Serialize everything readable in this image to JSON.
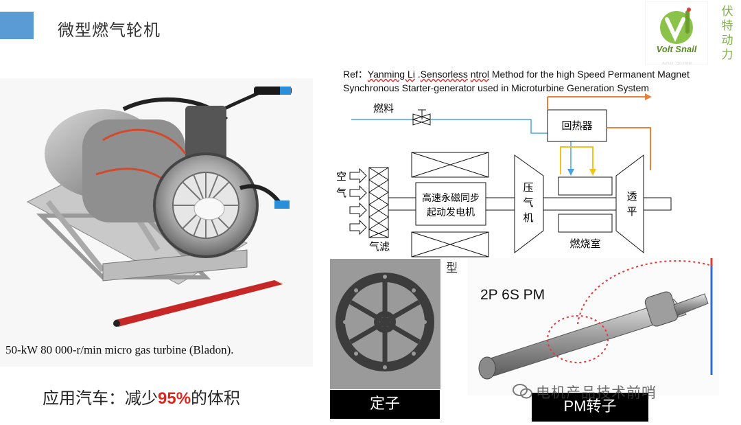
{
  "slide": {
    "title": "微型燃气轮机",
    "logo": {
      "brand": "Volt Snail",
      "side_text": "伏特动力"
    },
    "ref": {
      "prefix": "Ref：",
      "author": "Yanming Li",
      "dot": " .",
      "word": "Sensorless",
      "word2": "ntrol",
      "line1_rest": " Method for the high Speed Permanent Magnet",
      "line2": "Synchronous Starter-generator used in Microturbine Generation System"
    },
    "engine_caption": "50-kW 80 000-r/min micro gas turbine (Bladon).",
    "schematic": {
      "fuel": "燃料",
      "recuperator": "回热器",
      "air": [
        "空",
        "气"
      ],
      "filter": "气滤",
      "generator": [
        "高速永磁同步",
        "起动发电机"
      ],
      "compressor": [
        "压",
        "气",
        "机"
      ],
      "turbine": [
        "透",
        "平"
      ],
      "combustor": "燃烧室"
    },
    "stray_char": "型",
    "rotor_label": "2P 6S PM",
    "stator_label": "定子",
    "rotor_box_label": "PM转子",
    "bottom": {
      "prefix": "应用汽车：减少",
      "percent": "95%",
      "suffix": "的体积"
    },
    "watermark": "电机产品技术前哨",
    "colors": {
      "accent": "#5b9bd5",
      "highlight": "#e0261c",
      "pipe_blue": "#4aa3df",
      "pipe_orange": "#e8823a",
      "pipe_yellow": "#f3c31b"
    }
  }
}
